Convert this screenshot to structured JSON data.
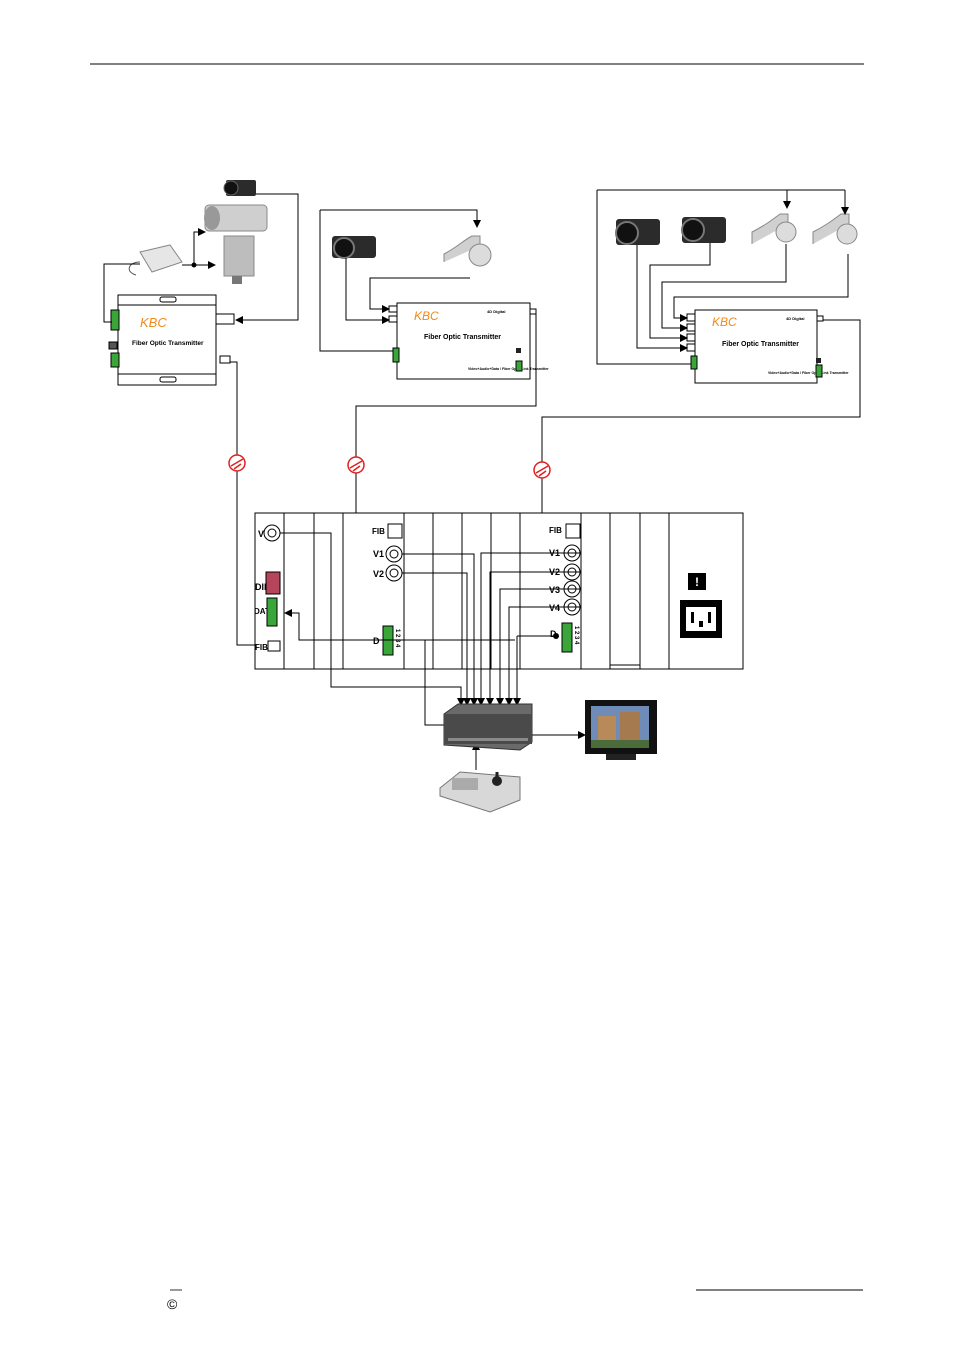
{
  "transmitters": [
    {
      "logo": "KBC",
      "title": "Fiber Optic Transmitter"
    },
    {
      "logo": "KBC",
      "title": "Fiber Optic Transmitter",
      "badge": "4D Digital",
      "sub": "Video+Audio+Data / Fiber Optic Link Transmitter"
    },
    {
      "logo": "KBC",
      "title": "Fiber Optic Transmitter",
      "badge": "4D Digital",
      "sub": "Video+Audio+Data / Fiber Optic Link Transmitter"
    }
  ],
  "rack": {
    "card1": {
      "video": "V",
      "dip": "DIP",
      "data": "DATA",
      "fib": "FIB"
    },
    "card2": {
      "fib": "FIB",
      "v1": "V1",
      "v2": "V2",
      "d": "D",
      "pins": "1 2 3 4"
    },
    "card3": {
      "fib": "FIB",
      "v1": "V1",
      "v2": "V2",
      "v3": "V3",
      "v4": "V4",
      "d": "D",
      "pins": "1 2 3 4"
    },
    "warning": "!"
  },
  "footer": {
    "copyright": "©"
  }
}
